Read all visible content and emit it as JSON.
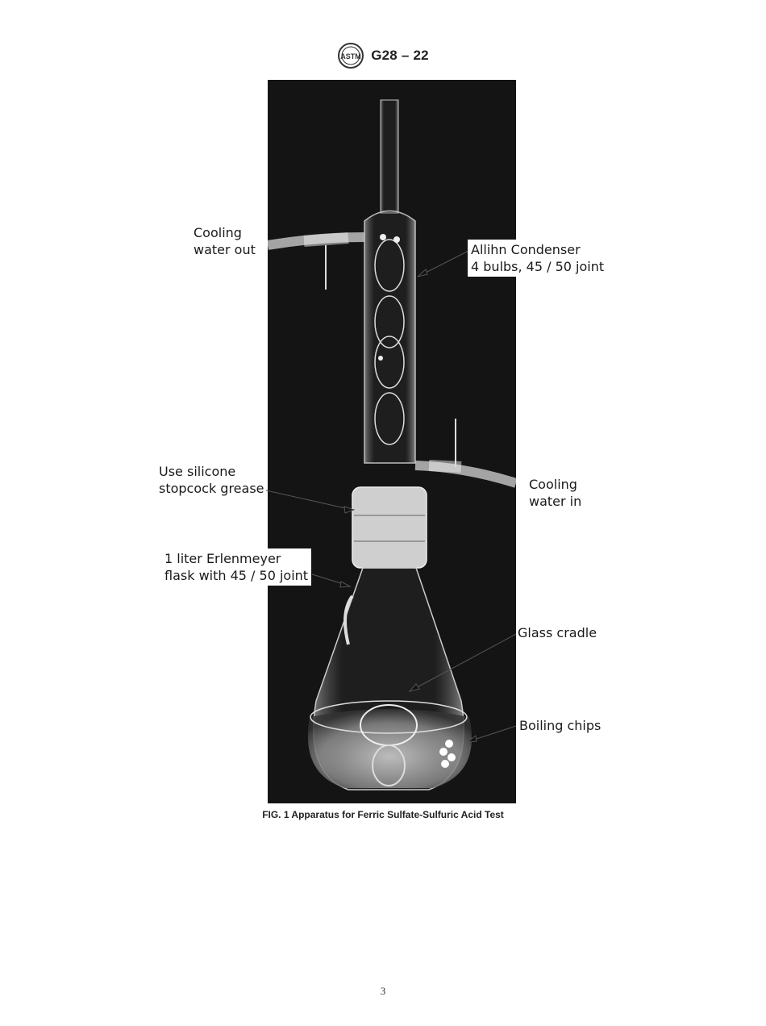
{
  "header": {
    "logo": "astm-logo-icon",
    "logo_text": "ASTM",
    "doc_id": "G28 – 22"
  },
  "figure": {
    "caption": "FIG. 1 Apparatus for Ferric Sulfate-Sulfuric Acid Test",
    "photo_description": "Black-and-white photograph of an Allihn condenser fitted to a 1 liter Erlenmeyer flask containing liquid, a glass cradle, and boiling chips",
    "labels": {
      "cooling_water_out": "Cooling\nwater out",
      "allihn_condenser": "Allihn Condenser\n4 bulbs, 45 / 50 joint",
      "silicone_grease": "Use silicone\nstopcock grease",
      "cooling_water_in": "Cooling\nwater in",
      "erlenmeyer_flask": "1 liter Erlenmeyer\nflask with 45 / 50 joint",
      "glass_cradle": "Glass cradle",
      "boiling_chips": "Boiling chips"
    }
  },
  "footer": {
    "page_number": "3"
  }
}
